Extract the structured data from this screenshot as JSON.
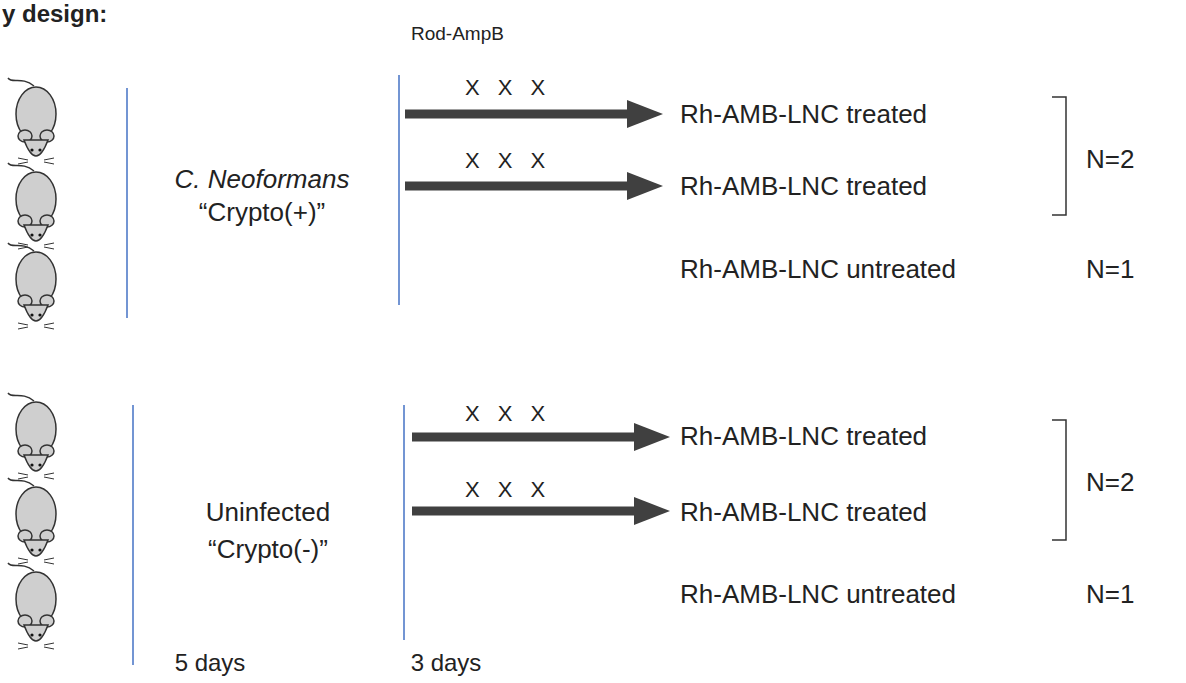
{
  "diagram": {
    "title": "y design:",
    "labels": [
      "Rod-AmpB",
      "X X X",
      "X X X",
      "X X X",
      "X X X",
      "C. Neoformans",
      "“Crypto(+)”",
      "Rh-AMB-LNC treated",
      "Rh-AMB-LNC treated",
      "N=2",
      "Rh-AMB-LNC untreated",
      "N=1",
      "Uninfected",
      "“Crypto(-)”",
      "Rh-AMB-LNC treated",
      "Rh-AMB-LNC treated",
      "N=2",
      "Rh-AMB-LNC untreated",
      "N=1",
      "5 days",
      "3 days"
    ]
  }
}
